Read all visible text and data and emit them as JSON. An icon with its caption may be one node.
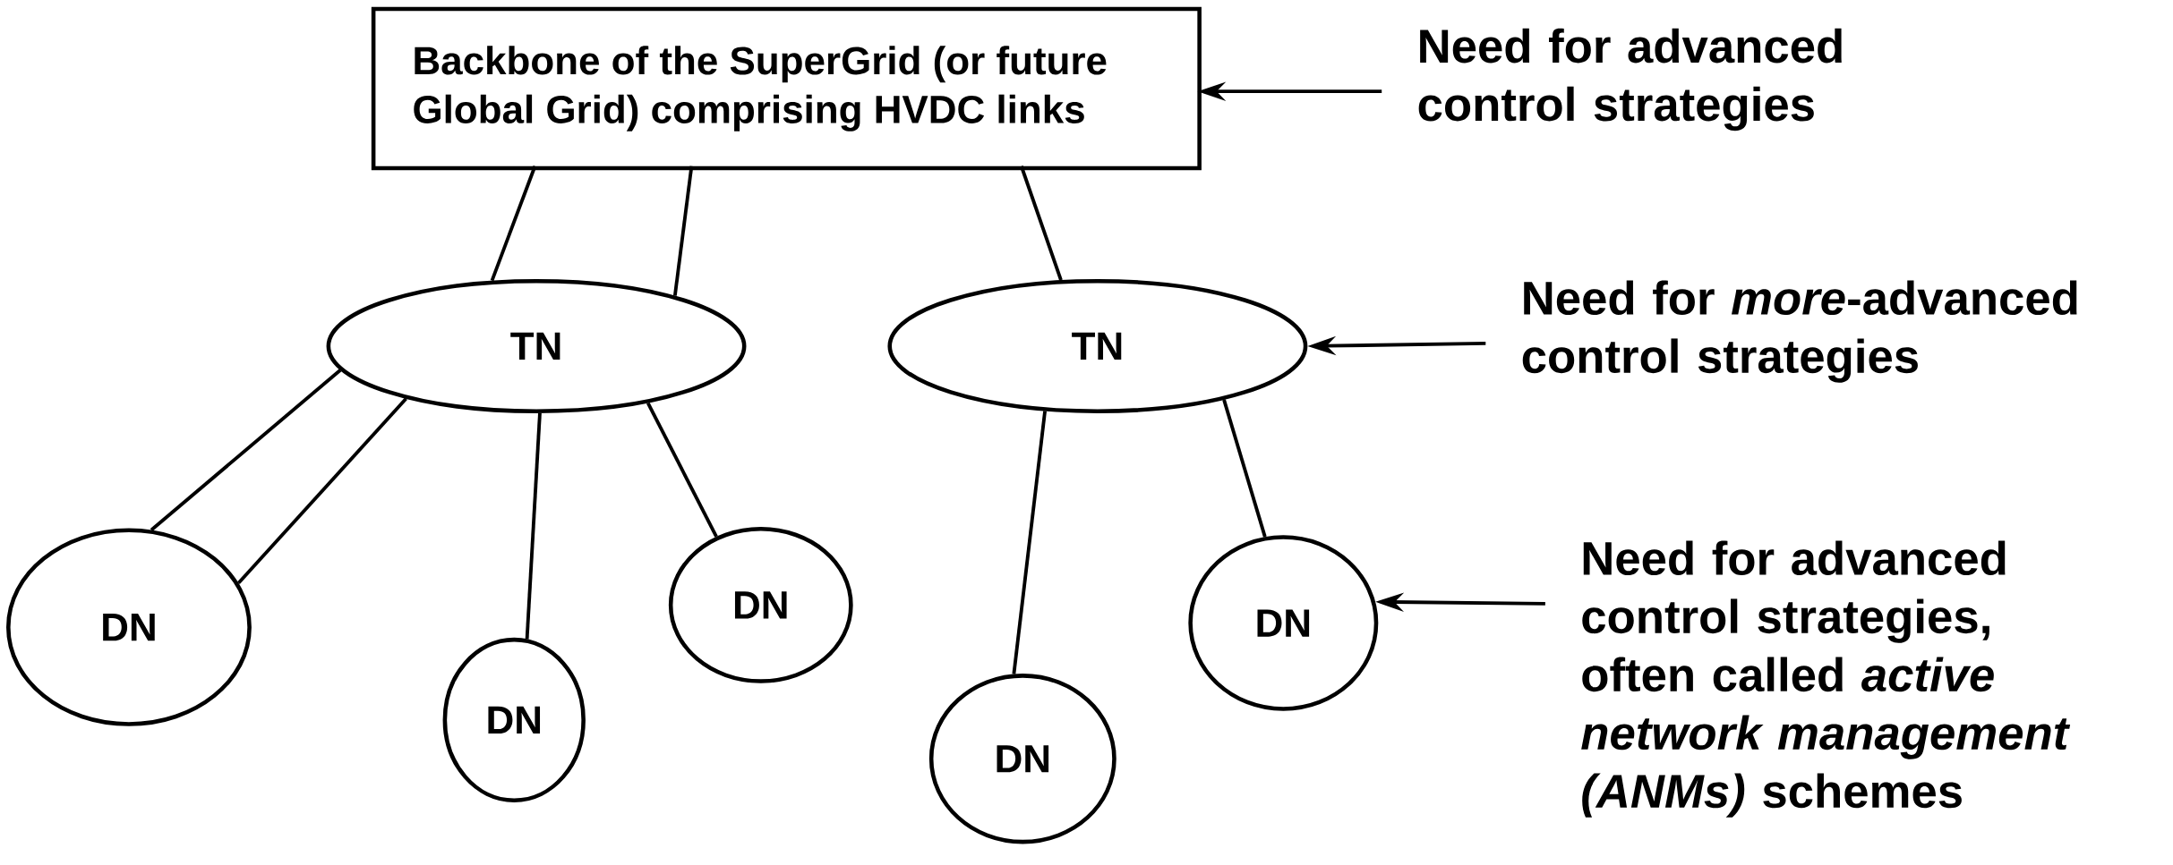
{
  "diagram": {
    "nodes": [
      {
        "text": [
          "Backbone of the SuperGrid (or future Global Grid) comprising HVDC links"
        ]
      },
      {
        "text": [
          "TN"
        ]
      },
      {
        "text": [
          "TN"
        ]
      },
      {
        "text": [
          "DN"
        ]
      },
      {
        "text": [
          "DN"
        ]
      },
      {
        "text": [
          "DN"
        ]
      },
      {
        "text": [
          "DN"
        ]
      },
      {
        "text": [
          "DN"
        ]
      },
      {
        "text": [
          "Need for advanced control strategies"
        ]
      },
      {
        "text": [
          "Need for *more*-advanced control strategies"
        ]
      },
      {
        "text": [
          "Need for advanced control strategies, often called *active network management (ANMs)* schemes"
        ]
      }
    ],
    "edges": [
      {
        "from": 0,
        "to": 1,
        "arrow": "none"
      },
      {
        "from": 0,
        "to": 1,
        "arrow": "none"
      },
      {
        "from": 0,
        "to": 2,
        "arrow": "none"
      },
      {
        "from": 1,
        "to": 3,
        "arrow": "none"
      },
      {
        "from": 1,
        "to": 3,
        "arrow": "none"
      },
      {
        "from": 1,
        "to": 4,
        "arrow": "none"
      },
      {
        "from": 1,
        "to": 5,
        "arrow": "none"
      },
      {
        "from": 2,
        "to": 6,
        "arrow": "none"
      },
      {
        "from": 2,
        "to": 7,
        "arrow": "none"
      },
      {
        "from": 8,
        "to": 0,
        "arrow": "to"
      },
      {
        "from": 9,
        "to": 2,
        "arrow": "to"
      },
      {
        "from": 10,
        "to": 7,
        "arrow": "to"
      }
    ]
  }
}
